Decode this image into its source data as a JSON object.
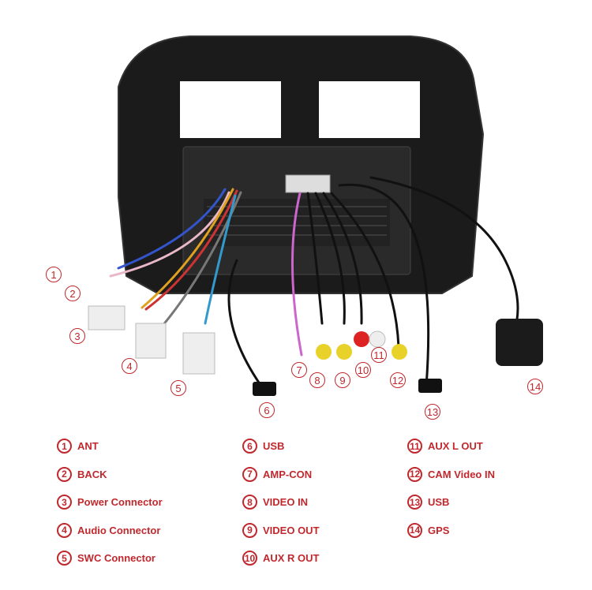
{
  "colors": {
    "accent": "#c0282d",
    "unit_body": "#1b1b1b",
    "connector": "#eeeeee"
  },
  "callouts": [
    "1",
    "2",
    "3",
    "4",
    "5",
    "6",
    "7",
    "8",
    "9",
    "10",
    "11",
    "12",
    "13",
    "14"
  ],
  "legend": {
    "col1": [
      {
        "num": "1",
        "label": "ANT"
      },
      {
        "num": "2",
        "label": "BACK"
      },
      {
        "num": "3",
        "label": "Power Connector"
      },
      {
        "num": "4",
        "label": "Audio Connector"
      },
      {
        "num": "5",
        "label": "SWC Connector"
      }
    ],
    "col2": [
      {
        "num": "6",
        "label": "USB"
      },
      {
        "num": "7",
        "label": "AMP-CON"
      },
      {
        "num": "8",
        "label": "VIDEO IN"
      },
      {
        "num": "9",
        "label": "VIDEO OUT"
      },
      {
        "num": "10",
        "label": "AUX R OUT"
      }
    ],
    "col3": [
      {
        "num": "11",
        "label": "AUX L OUT"
      },
      {
        "num": "12",
        "label": "CAM Video IN"
      },
      {
        "num": "13",
        "label": "USB"
      },
      {
        "num": "14",
        "label": "GPS"
      }
    ]
  }
}
